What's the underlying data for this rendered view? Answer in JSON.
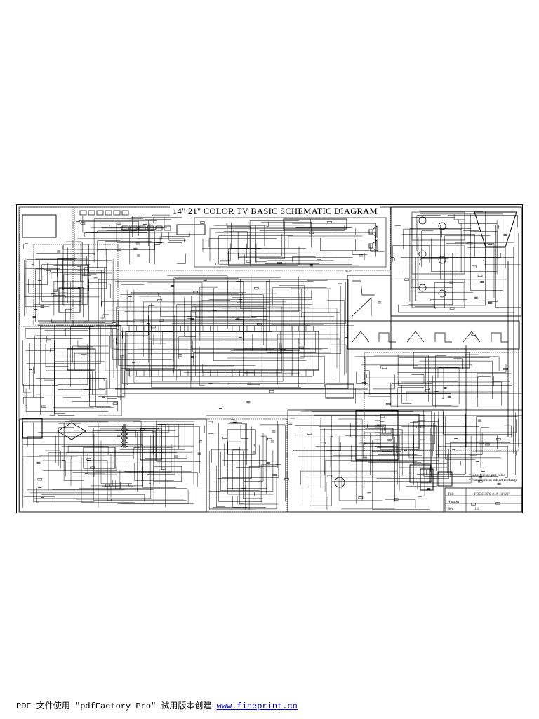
{
  "diagram": {
    "title": "14\" 21\" COLOR TV BASIC SCHEMATIC DIAGRAM",
    "notes": {
      "line1": "* is a reference part value",
      "line2": "* Parts positions subject to change"
    },
    "title_block": {
      "title_label": "Title",
      "title_value": "FBD1130/S-21A 14\"/21\"",
      "number_label": "Number",
      "number_value": "",
      "rev_label": "Rev.",
      "rev_value": "1.1"
    }
  },
  "footer": {
    "text": "PDF 文件使用 \"pdfFactory Pro\" 试用版本创建 ",
    "link_text": "www.fineprint.cn"
  },
  "colors": {
    "ink": "#000000",
    "paper": "#ffffff",
    "link": "#0000cc"
  }
}
